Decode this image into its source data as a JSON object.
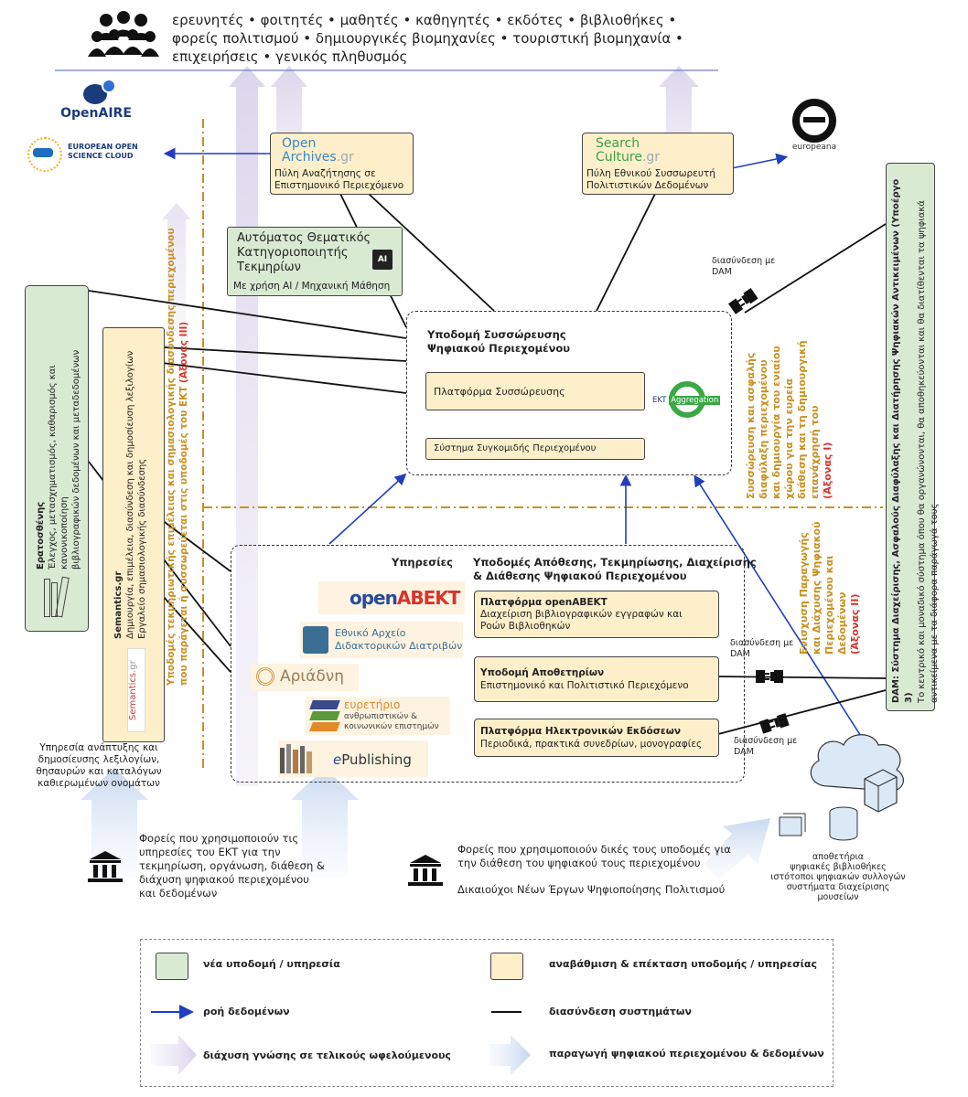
{
  "audience": {
    "line1": "ερευνητές • φοιτητές • μαθητές • καθηγητές • εκδότες • βιβλιοθήκες •",
    "line2": "φορείς πολιτισμού • δημιουργικές βιομηχανίες • τουριστική βιομηχανία •",
    "line3": "επιχειρήσεις • γενικός πληθυσμός"
  },
  "openaire": "OpenAIRE",
  "eosc": {
    "line1": "EUROPEAN OPEN",
    "line2": "SCIENCE CLOUD"
  },
  "europeana": "europeana",
  "openarchives": {
    "logo1": "Open",
    "logo2": "Archives",
    "logo_suffix": ".gr",
    "line1": "Πύλη Αναζήτησης σε",
    "line2": "Επιστημονικό Περιεχόμενο"
  },
  "searchculture": {
    "logo1": "Search",
    "logo2": "Culture",
    "logo_suffix": ".gr",
    "line1": "Πύλη Εθνικού Συσσωρευτή",
    "line2": "Πολιτιστικών Δεδομένων"
  },
  "classifier": {
    "line1": "Αυτόματος Θεματικός",
    "line2": "Κατηγοριοποιητής",
    "line3": "Τεκμηρίων",
    "line4": "Με χρήση AI / Μηχανική Μάθηση",
    "chip": "AI"
  },
  "aggregation": {
    "title1": "Υποδομή Συσσώρευσης",
    "title2": "Ψηφιακού Περιεχομένου",
    "platform": "Πλατφόρμα Συσσώρευσης",
    "system": "Σύστημα Συγκομιδής Περιεχομένου",
    "logo_prefix": "EKT",
    "logo_word": "Aggregation"
  },
  "dam_link": {
    "label1": "διασύνδεση με",
    "label2": "DAM"
  },
  "axis1": {
    "line1": "Συσσώρευση και ασφαλής",
    "line2": "διαφύλαξη περιεχομένου",
    "line3": "και δημιουργία του ενιαίου",
    "line4": "χώρου για την ευρεία",
    "line5": "διάθεση και τη δημιουργική",
    "line6": "επανάχρησή του",
    "tag": "(Άξονας Ι)"
  },
  "axis2": {
    "line1": "Ενίσχυση Παραγωγής",
    "line2": "και Διάχυσης Ψηφιακού",
    "line3": "Περιεχομένου και",
    "line4": "Δεδομένων",
    "tag": "(Άξονας ΙΙ)"
  },
  "axis3": {
    "line1": "Υποδομές τεκμηριωτικής επιμέλειας και σημασιολογικής διασύνδεσης περιεχομένου",
    "line2": "που παράγεται ή συσσωρεύεται στις υποδομές του ΕΚΤ",
    "tag": "(Άξονας ΙΙΙ)"
  },
  "dam_box": {
    "line1_bold": "DAM: Σύστημα Διαχείρισης, Ασφαλούς Διαφύλαξης και Διατήρησης Ψηφιακών Αντικειμένων (Υποέργο 3)",
    "line2": "Το κεντρικό και μοναδικό σύστημα όπου θα οργανώνονται, θα αποθηκεύονται και θα διατίθενται τα ψηφιακά",
    "line3": "αντικείμενα με τα διάφορα παράγωγά τους"
  },
  "eratosthenis": {
    "title": "Ερατοσθένης",
    "line1": "Έλεγχος, μετασχηματισμός, καθαρισμός και κανονικοποίηση",
    "line2": "βιβλιογραφικών δεδομένων και μεταδεδομένων"
  },
  "semantics": {
    "title": "Semantics.gr",
    "line1": "Δημιουργία, επιμέλεια, διασύνδεση και δημοσίευση λεξιλογίων",
    "line2": "Εργαλείο σημασιολογικής διασύνδεσης",
    "logo": "Semantics",
    "logo_suffix": ".gr",
    "caption1": "Υπηρεσία ανάπτυξης και",
    "caption2": "δημοσίευσης λεξιλογίων,",
    "caption3": "θησαυρών και καταλόγων",
    "caption4": "καθιερωμένων ονομάτων"
  },
  "services": {
    "label": "Υπηρεσίες",
    "openabekt_a": "open",
    "openabekt_b": "ABEKT",
    "didaktorika1": "Εθνικό Αρχείο",
    "didaktorika2": "Διδακτορικών Διατριβών",
    "ariadni": "Αριάδνη",
    "evretirio1": "ευρετήριο",
    "evretirio2": "ανθρωπιστικών &",
    "evretirio3": "κοινωνικών επιστημών",
    "epub_e": "e",
    "epub_rest": "Publishing"
  },
  "infra": {
    "title1": "Υποδομές Απόθεσης, Τεκμηρίωσης, Διαχείρισης",
    "title2": "& Διάθεσης Ψηφιακού Περιεχομένου",
    "b1_title": "Πλατφόρμα openABEKT",
    "b1_line1": "Διαχείριση βιβλιογραφικών εγγραφών και",
    "b1_line2": "Ροών Βιβλιοθηκών",
    "b2_title": "Υποδομή Αποθετηρίων",
    "b2_line1": "Επιστημονικό και Πολιτιστικό  Περιεχόμενο",
    "b3_title": "Πλατφόρμα Ηλεκτρονικών Εκδόσεων",
    "b3_line1": "Περιοδικά, πρακτικά  συνεδρίων, μονογραφίες"
  },
  "bodies_left": {
    "line1": "Φορείς που χρησιμοποιούν τις",
    "line2": "υπηρεσίες του ΕΚΤ για την",
    "line3": "τεκμηρίωση, οργάνωση, διάθεση &",
    "line4": "διάχυση ψηφιακού  περιεχομένου",
    "line5": "και  δεδομένων"
  },
  "bodies_right": {
    "line1": "Φορείς που χρησιμοποιούν δικές τους υποδομές για",
    "line2": "την διάθεση του ψηφιακού τους  περιεχομένου",
    "line3": "Δικαιούχοι Νέων Έργων Ψηφιοποίησης Πολιτισμού"
  },
  "repos": {
    "line1": "αποθετήρια",
    "line2": "ψηφιακές βιβλιοθήκες",
    "line3": "ιστότοποι ψηφιακών συλλογών",
    "line4": "συστήματα διαχείρισης μουσείων"
  },
  "legend": {
    "new": "νέα υποδομή / υπηρεσία",
    "upgrade": "αναβάθμιση & επέκταση υποδομής / υπηρεσίας",
    "flow": "ροή δεδομένων",
    "link": "διασύνδεση συστημάτων",
    "diffusion": "διάχυση γνώσης σε τελικούς ωφελούμενους",
    "production": "παραγωγή ψηφιακού περιεχομένου & δεδομένων"
  },
  "colors": {
    "green_fill": "#d9ead3",
    "yellow_fill": "#fdefc9",
    "flow_blue": "#1f3fbf",
    "orange_text": "#c9901e",
    "red_text": "#d8342b"
  }
}
